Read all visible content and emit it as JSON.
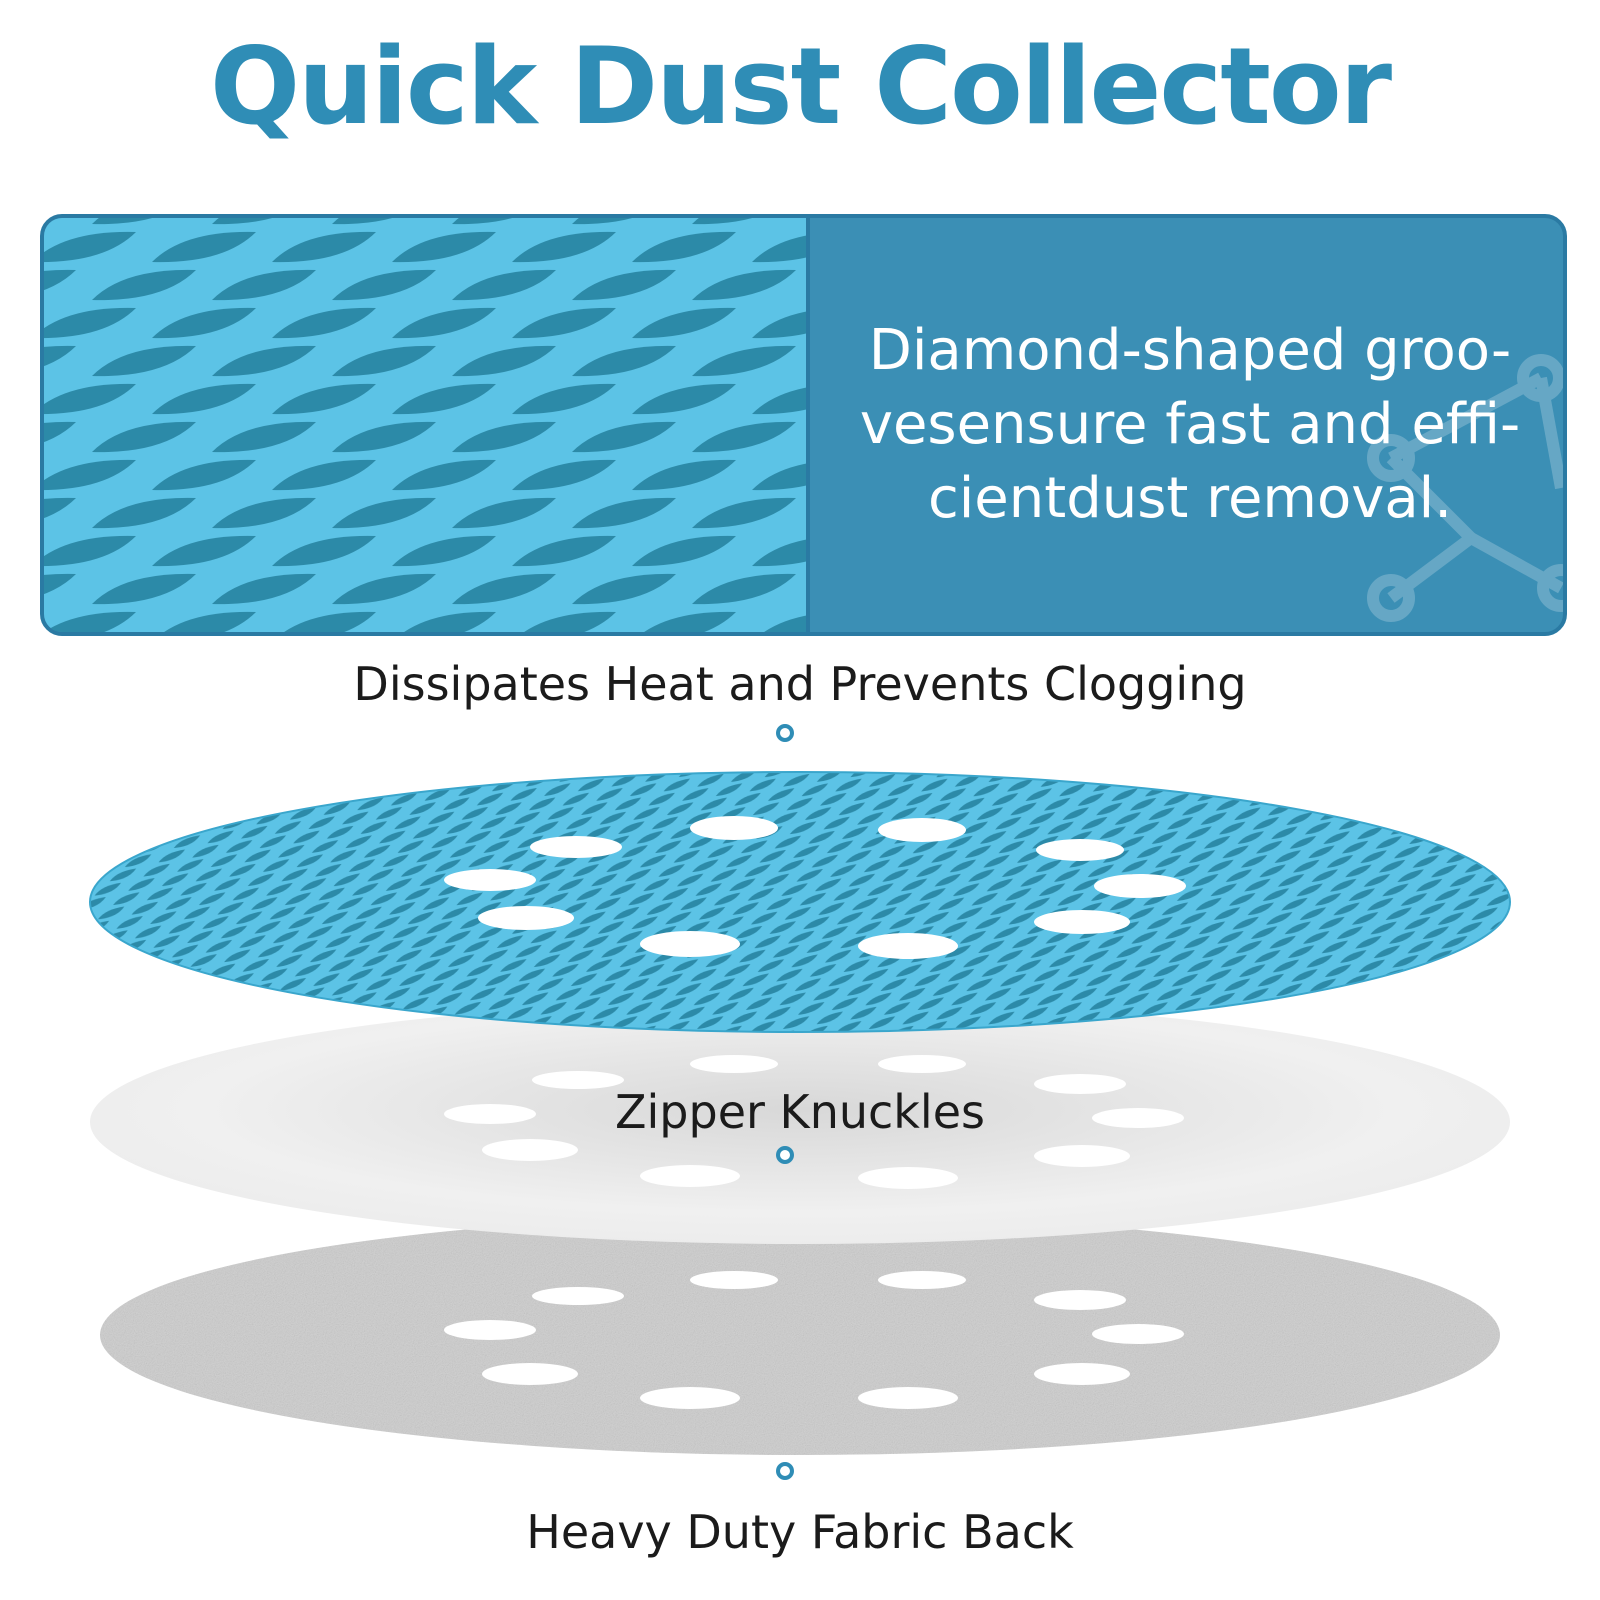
{
  "header": {
    "title": "Quick Dust Collector"
  },
  "banner": {
    "description": "Diamond-shaped groo-\nvesensure fast and effi-\ncientdust removal."
  },
  "layers": [
    {
      "label": "Dissipates Heat and Prevents Clogging"
    },
    {
      "label": "Zipper Knuckles"
    },
    {
      "label": "Heavy Duty Fabric Back"
    }
  ],
  "colors": {
    "accent": "#2f8db6",
    "banner_panel": "#3b8fb5",
    "mesh_lines": "#5cc3e6",
    "mesh_cells": "#2c8aa8",
    "middle_layer": "#ececec",
    "bottom_layer": "#cfcfcf"
  },
  "icons": [
    "mesh-texture-image",
    "molecule-watermark-icon",
    "layer-marker-dot"
  ]
}
